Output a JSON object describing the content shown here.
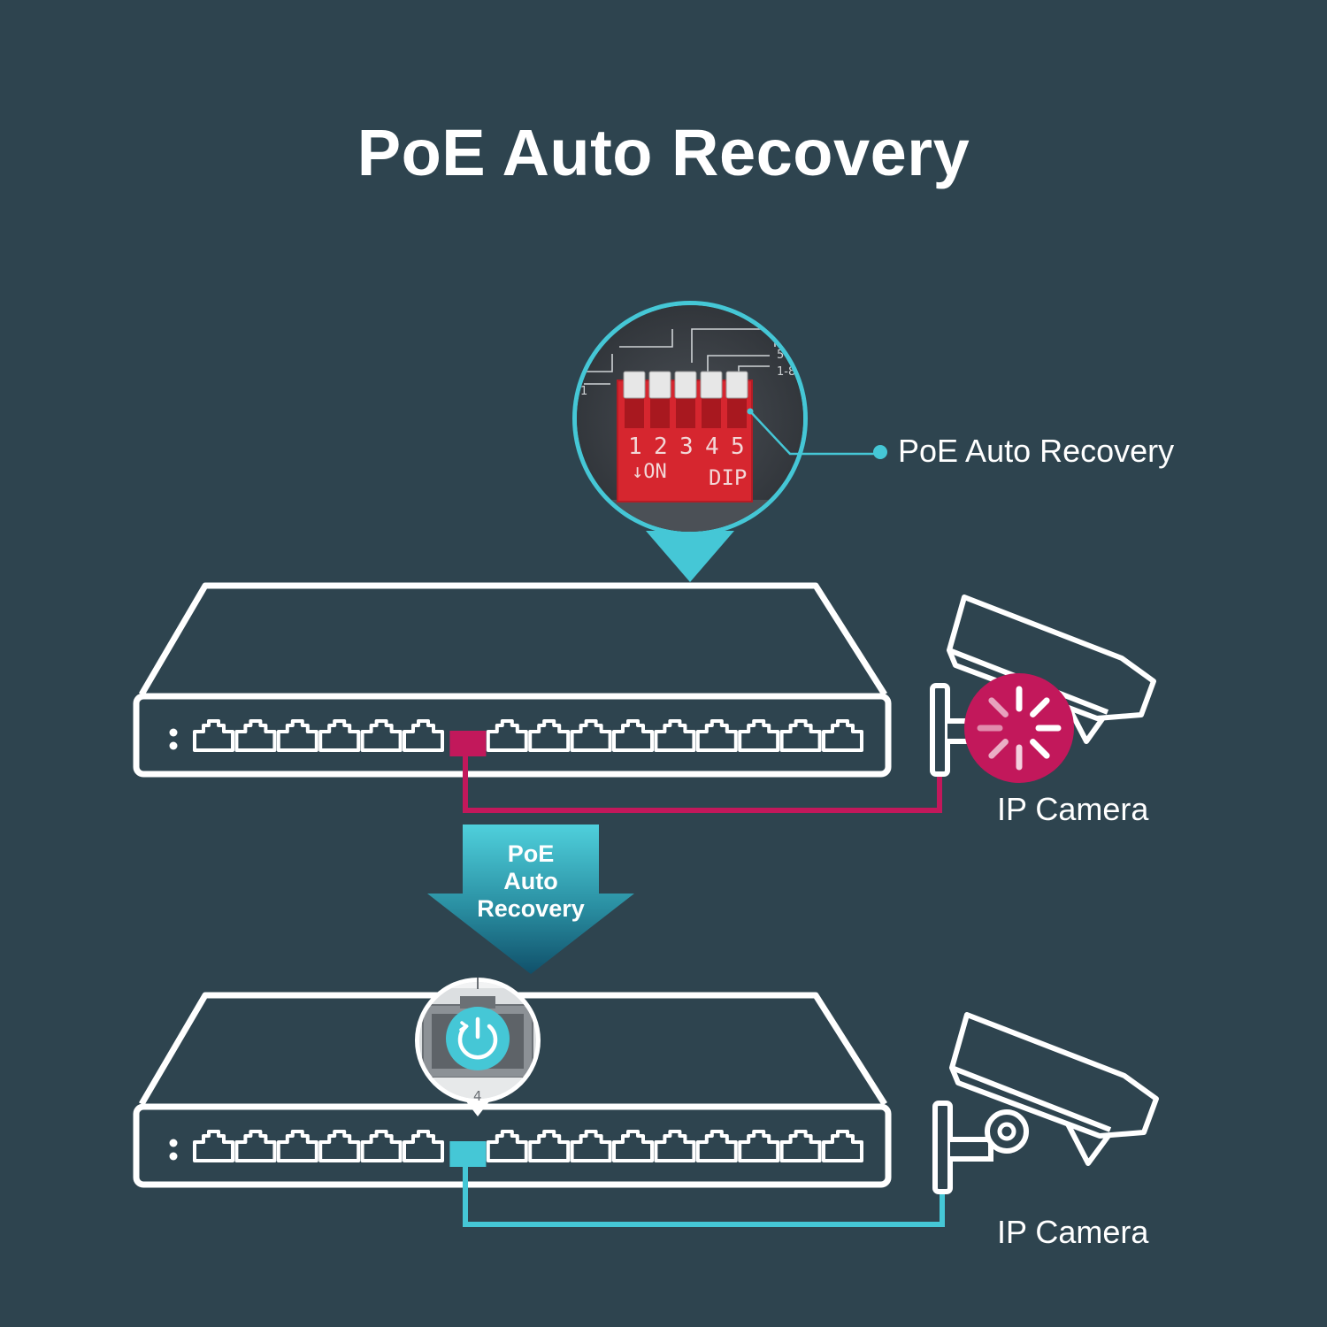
{
  "title": "PoE Auto Recovery",
  "callout": {
    "label": "PoE Auto Recovery"
  },
  "dip_switch": {
    "numbers": [
      "1",
      "2",
      "3",
      "4",
      "5"
    ],
    "on_label": "↓ON",
    "dip_label": "DIP"
  },
  "arrow": {
    "lines": [
      "PoE",
      "Auto",
      "Recovery"
    ]
  },
  "cameras": {
    "top_label": "IP Camera",
    "bottom_label": "IP Camera"
  },
  "bottom_port_number": "4",
  "colors": {
    "background": "#2e444f",
    "accent_teal": "#45c7d6",
    "fault_magenta": "#c2185b",
    "dip_red": "#d6262f",
    "outline": "#ffffff"
  }
}
